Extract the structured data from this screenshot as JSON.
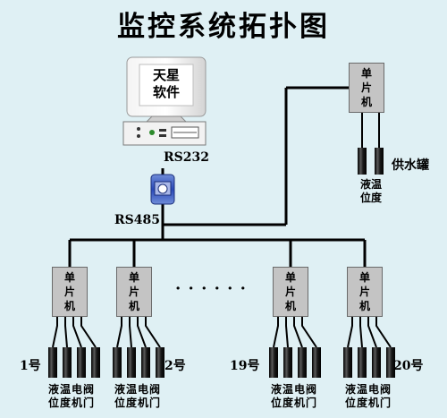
{
  "title": "监控系统拓扑图",
  "computer": {
    "screen_line1": "天星",
    "screen_line2": "软件"
  },
  "interfaces": {
    "rs232": "RS232",
    "rs485": "RS485"
  },
  "mcu_label": [
    "单",
    "片",
    "机"
  ],
  "water_tank": {
    "label": "供水罐",
    "sensor_line1": "液温",
    "sensor_line2": "位度"
  },
  "ellipsis": "· · · · · ·",
  "groups": [
    {
      "number": "1号",
      "caption_line1": "液温电阀",
      "caption_line2": "位度机门"
    },
    {
      "number": "2号",
      "caption_line1": "液温电阀",
      "caption_line2": "位度机门"
    },
    {
      "number": "19号",
      "caption_line1": "液温电阀",
      "caption_line2": "位度机门"
    },
    {
      "number": "20号",
      "caption_line1": "液温电阀",
      "caption_line2": "位度机门"
    }
  ]
}
